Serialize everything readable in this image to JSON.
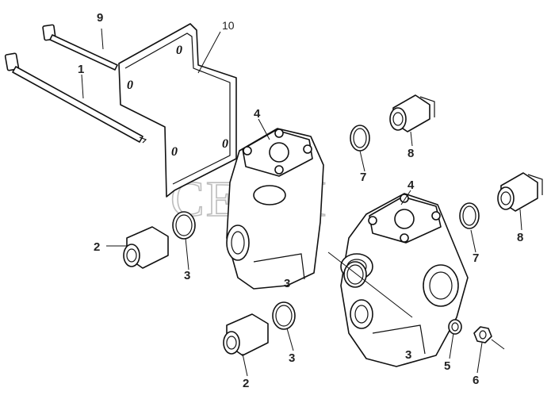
{
  "diagram": {
    "watermark": "CEJJM",
    "callouts": [
      {
        "id": "c1",
        "label": "1"
      },
      {
        "id": "c2a",
        "label": "2"
      },
      {
        "id": "c2b",
        "label": "2"
      },
      {
        "id": "c3a",
        "label": "3"
      },
      {
        "id": "c3b",
        "label": "3"
      },
      {
        "id": "c3c",
        "label": "3"
      },
      {
        "id": "c4a",
        "label": "4"
      },
      {
        "id": "c4b",
        "label": "4"
      },
      {
        "id": "c5",
        "label": "5"
      },
      {
        "id": "c6",
        "label": "6"
      },
      {
        "id": "c7a",
        "label": "7"
      },
      {
        "id": "c7b",
        "label": "7"
      },
      {
        "id": "c8a",
        "label": "8"
      },
      {
        "id": "c8b",
        "label": "8"
      },
      {
        "id": "c9",
        "label": "9"
      },
      {
        "id": "c10",
        "label": "10"
      }
    ],
    "bracket_hole_marks": [
      "0",
      "0",
      "0",
      "0"
    ],
    "valve_body_marks": [
      "3",
      "3"
    ]
  }
}
